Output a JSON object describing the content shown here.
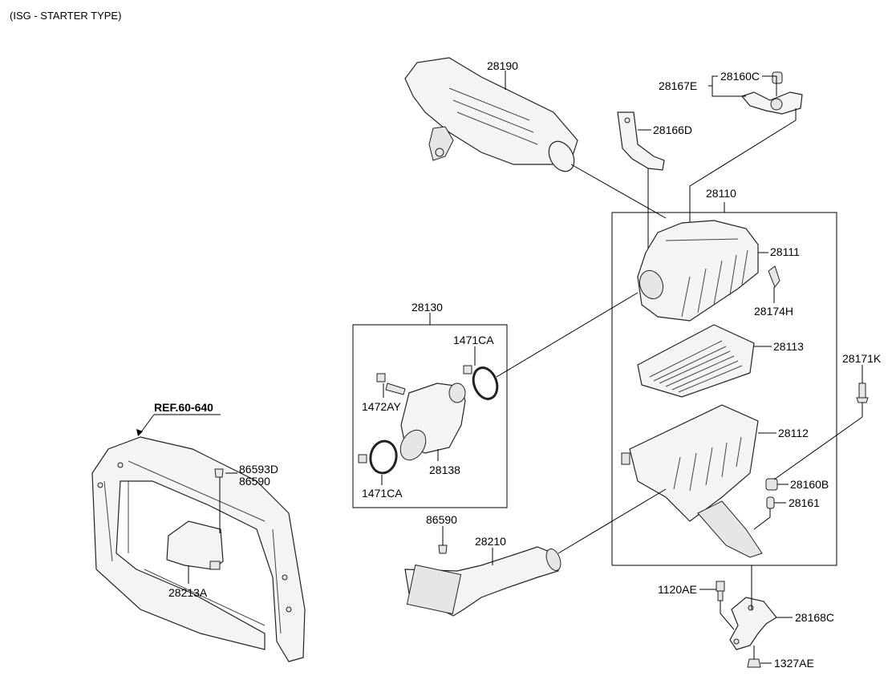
{
  "header": {
    "title": "(ISG - STARTER TYPE)"
  },
  "reference": {
    "text": "REF.60-640"
  },
  "labels": {
    "p28190": "28190",
    "p28160C": "28160C",
    "p28167E": "28167E",
    "p28166D": "28166D",
    "p28110": "28110",
    "p28111": "28111",
    "p28174H": "28174H",
    "p28130": "28130",
    "p1471CA_top": "1471CA",
    "p1472AY": "1472AY",
    "p28138": "28138",
    "p1471CA_bottom": "1471CA",
    "p28113": "28113",
    "p28171K": "28171K",
    "p28112": "28112",
    "p28160B": "28160B",
    "p28161": "28161",
    "p86593D": "86593D",
    "p86590_left": "86590",
    "p28213A": "28213A",
    "p86590_mid": "86590",
    "p28210": "28210",
    "p1120AE": "1120AE",
    "p28168C": "28168C",
    "p1327AE": "1327AE"
  }
}
